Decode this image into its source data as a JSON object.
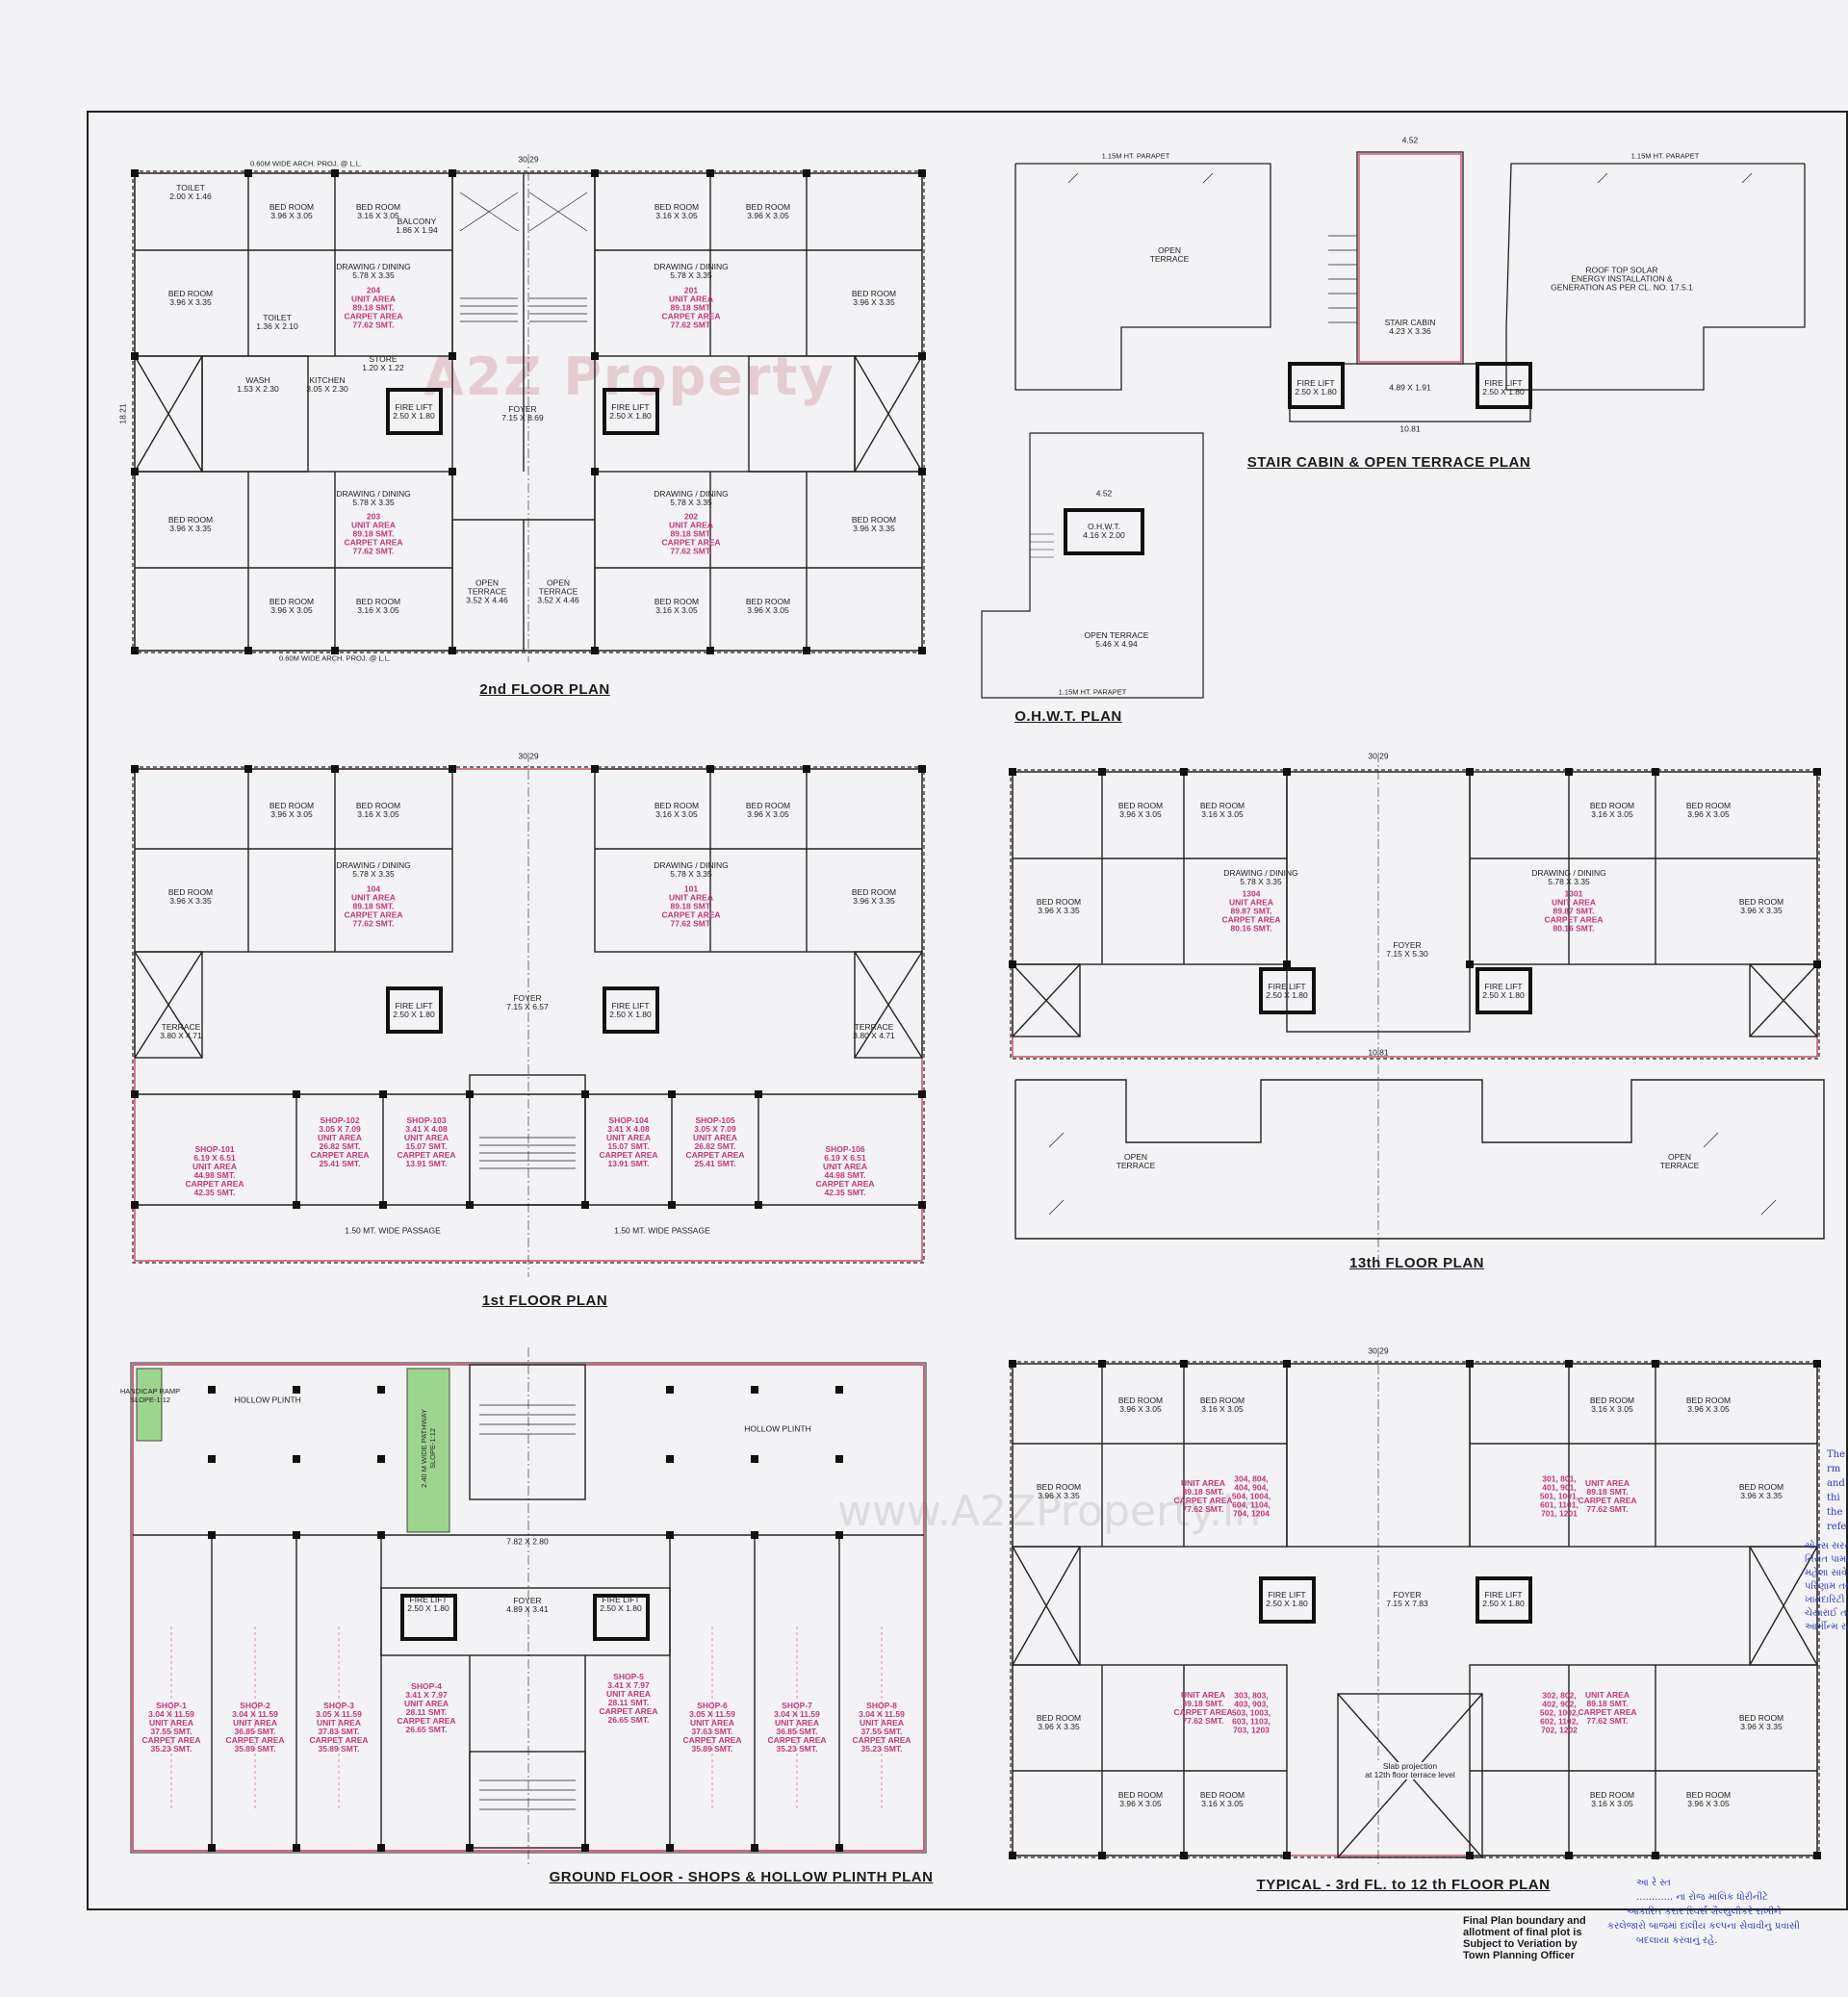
{
  "watermark": "A2Z Property",
  "watermark_url": "www.A2ZProperty.in",
  "plans": {
    "second": {
      "title": "2nd FLOOR PLAN",
      "width_dim": "30.29",
      "depth_dim": "18.21",
      "proj": "0.60M WIDE ARCH. PROJ. @ L.L.",
      "rooms": [
        "TOILET\n2.00 X 1.46",
        "BED ROOM\n3.96 X 3.05",
        "BED ROOM\n3.16 X 3.05",
        "BALCONY\n1.86 X 1.94",
        "DRAWING / DINING\n5.78 X 3.35",
        "BED ROOM\n3.96 X 3.35",
        "TOILET\n1.36 X 2.10",
        "STORE\n1.20 X 1.22",
        "KITCHEN\n3.05 X 2.30",
        "WASH\n1.53 X 2.30",
        "FIRE LIFT\n2.50 X 1.80",
        "FOYER\n7.15 X 8.69",
        "OPEN\nTERRACE\n3.52 X 4.46"
      ],
      "units": [
        "204\nUNIT AREA\n89.18 SMT.\nCARPET AREA\n77.62 SMT.",
        "201\nUNIT AREA\n89.18 SMT.\nCARPET AREA\n77.62 SMT.",
        "203\nUNIT AREA\n89.18 SMT.\nCARPET AREA\n77.62 SMT.",
        "202\nUNIT AREA\n89.18 SMT.\nCARPET AREA\n77.62 SMT."
      ]
    },
    "stair": {
      "title": "STAIR CABIN & OPEN TERRACE PLAN",
      "parapet": "1.15M HT. PARAPET",
      "open_terrace": "OPEN\nTERRACE",
      "solar": "ROOF TOP SOLAR\nENERGY INSTALLATION &\nGENERATION AS PER CL. NO. 17.5.1",
      "cabin": "STAIR CABIN\n4.23 X 3.36",
      "fire_lift": "FIRE LIFT\n2.50 X 1.80",
      "dims": [
        "4.52",
        "10.81",
        "4.89 X 1.91"
      ]
    },
    "ohwt": {
      "title": "O.H.W.T. PLAN",
      "tank": "O.H.W.T.\n4.16 X 2.00",
      "terrace": "OPEN TERRACE\n5.46 X 4.94",
      "dim": "4.52",
      "parapet": "1.15M HT. PARAPET"
    },
    "first": {
      "title": "1st FLOOR PLAN",
      "width_dim": "30.29",
      "passage": "1.50 MT. WIDE PASSAGE",
      "shops": [
        "SHOP-101\n6.19 X 6.51\nUNIT AREA\n44.98 SMT.\nCARPET AREA\n42.35 SMT.",
        "SHOP-102\n3.05 X 7.09\nUNIT AREA\n26.82 SMT.\nCARPET AREA\n25.41 SMT.",
        "SHOP-103\n3.41 X 4.08\nUNIT AREA\n15.07 SMT.\nCARPET AREA\n13.91 SMT.",
        "SHOP-104\n3.41 X 4.08\nUNIT AREA\n15.07 SMT.\nCARPET AREA\n13.91 SMT.",
        "SHOP-105\n3.05 X 7.09\nUNIT AREA\n26.82 SMT.\nCARPET AREA\n25.41 SMT.",
        "SHOP-106\n6.19 X 6.51\nUNIT AREA\n44.98 SMT.\nCARPET AREA\n42.35 SMT."
      ],
      "units": [
        "104\nUNIT AREA\n89.18 SMT.\nCARPET AREA\n77.62 SMT.",
        "101\nUNIT AREA\n89.18 SMT.\nCARPET AREA\n77.62 SMT."
      ],
      "foyer": "FOYER\n7.15 X 6.57",
      "terrace": "TERRACE\n3.80 X 4.71"
    },
    "thirteenth": {
      "title": "13th FLOOR PLAN",
      "width_dim": "30.29",
      "units": [
        "1304\nUNIT AREA\n89.87 SMT.\nCARPET AREA\n80.16 SMT.",
        "1301\nUNIT AREA\n89.87 SMT.\nCARPET AREA\n80.16 SMT."
      ],
      "foyer": "FOYER\n7.15 X 5.30",
      "open_terrace": "OPEN\nTERRACE",
      "dim": "10.81"
    },
    "ground": {
      "title": "GROUND FLOOR - SHOPS & HOLLOW PLINTH PLAN",
      "hollow": "HOLLOW PLINTH",
      "ramp": "HANDICAP RAMP\nSLOPE-1:12",
      "pathway": "2.40 M WIDE PATHWAY\nSLOPE-1:12",
      "foyer": "FOYER\n4.89 X 3.41",
      "passage": "7.82 X 2.80",
      "shops": [
        "SHOP-1\n3.04 X 11.59\nUNIT AREA\n37.55 SMT.\nCARPET AREA\n35.23 SMT.",
        "SHOP-2\n3.04 X 11.59\nUNIT AREA\n36.85 SMT.\nCARPET AREA\n35.89 SMT.",
        "SHOP-3\n3.05 X 11.59\nUNIT AREA\n37.83 SMT.\nCARPET AREA\n35.89 SMT.",
        "SHOP-4\n3.41 X 7.97\nUNIT AREA\n28.11 SMT.\nCARPET AREA\n26.65 SMT.",
        "SHOP-5\n3.41 X 7.97\nUNIT AREA\n28.11 SMT.\nCARPET AREA\n26.65 SMT.",
        "SHOP-6\n3.05 X 11.59\nUNIT AREA\n37.63 SMT.\nCARPET AREA\n35.89 SMT.",
        "SHOP-7\n3.04 X 11.59\nUNIT AREA\n36.85 SMT.\nCARPET AREA\n35.23 SMT.",
        "SHOP-8\n3.04 X 11.59\nUNIT AREA\n37.55 SMT.\nCARPET AREA\n35.23 SMT."
      ]
    },
    "typical": {
      "title": "TYPICAL - 3rd FL. to 12 th FLOOR PLAN",
      "width_dim": "30.29",
      "units": [
        "UNIT AREA\n89.18 SMT.\nCARPET AREA\n77.62 SMT.",
        "301, 801,\n401, 901,\n501, 1001,\n601, 1101,\n701, 1201",
        "UNIT AREA\n89.18 SMT.\nCARPET AREA\n77.62 SMT.",
        "302, 802,\n402, 902,\n502, 1002,\n602, 1102,\n702, 1202"
      ],
      "units_left": [
        "304, 804,\n404, 904,\n504, 1004,\n604, 1104,\n704, 1204",
        "303, 803,\n403, 903,\n503, 1003,\n603, 1103,\n703, 1203"
      ],
      "foyer": "FOYER\n7.15 X 7.83",
      "slab": "Slab projection\nat 12th floor terrace level"
    }
  },
  "footer_note": "Final Plan boundary and\nallotment of final plot is\nSubject to Veriation by\nTown Planning Officer",
  "handwritten": [
    "આ રે સ્ત",
    "............ ના રોજ માલિક ધોરીનીટે",
    "આકારિત કરાર રિવર્સ શૈલ્યુલીકરે રાખીને",
    "કરલેજારો બાજમાં દાલીય કલ્પના સેવાવીનું પ્રવાસી",
    "બદલાયા કરવાનું રહે."
  ],
  "handwritten_right": [
    "The",
    "rm",
    "and",
    "thi",
    "the",
    "refe"
  ],
  "handwritten_side": [
    "ચોક્સ સરત",
    "નિરાંત પામાં",
    "મહેશા સાવેદ",
    "પરિણામ તથા",
    "ખાતેદારિટી",
    "ચેયારાઈ તથા",
    "આર્મીન્મ રહ"
  ]
}
